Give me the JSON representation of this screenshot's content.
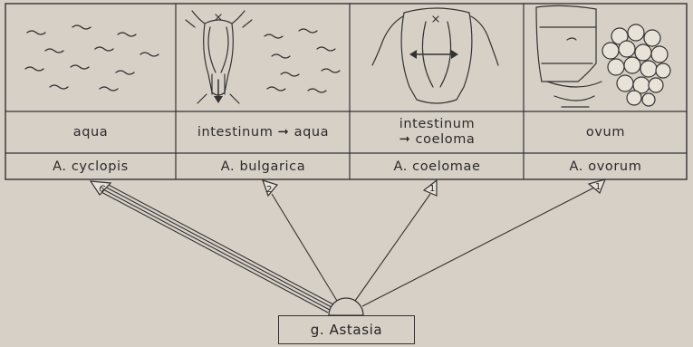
{
  "habitats": [
    {
      "lines": [
        "aqua"
      ]
    },
    {
      "lines": [
        "intestinum ➞ aqua"
      ]
    },
    {
      "lines": [
        "intestinum",
        "➞ coeloma"
      ]
    },
    {
      "lines": [
        "ovum"
      ]
    }
  ],
  "species": [
    "A. cyclopis",
    "A. bulgarica",
    "A. coelomae",
    "A. ovorum"
  ],
  "genus": "g. Astasia",
  "arrow_labels": [
    "6",
    "2",
    "1",
    "1"
  ]
}
